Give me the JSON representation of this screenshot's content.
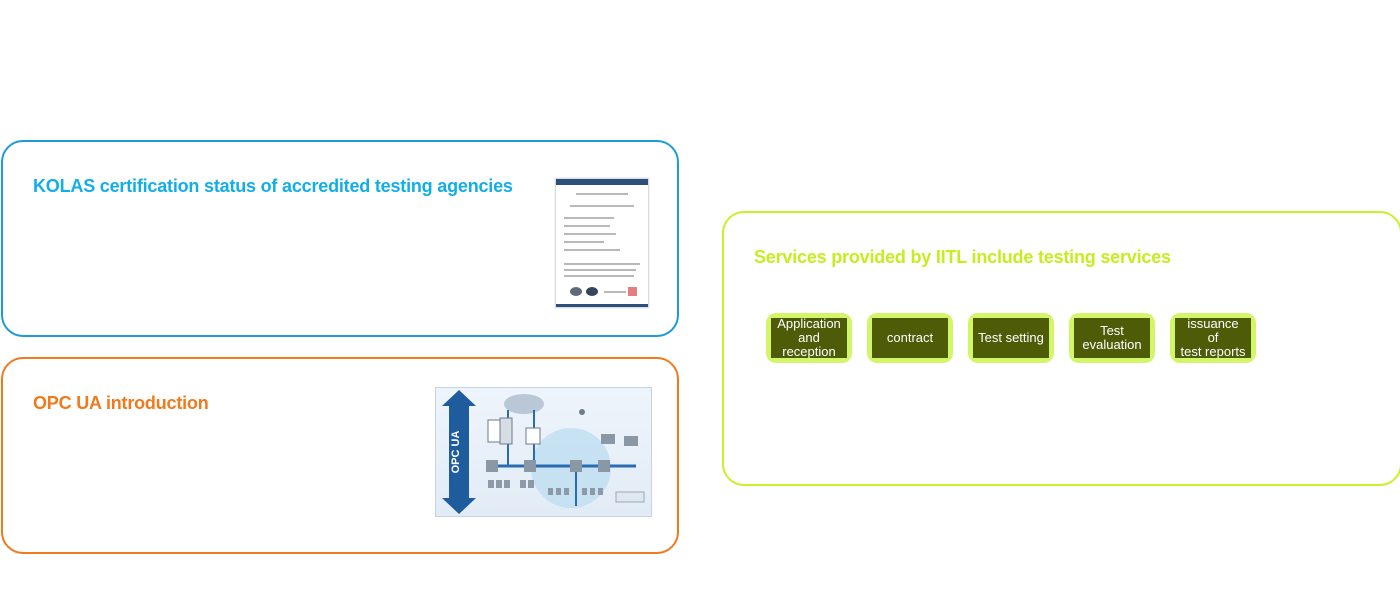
{
  "cards": {
    "kolas": {
      "title": "KOLAS certification status of accredited testing agencies",
      "image": "kolas-certificate-document"
    },
    "opc": {
      "title": "OPC UA introduction",
      "image": "opc-ua-architecture-diagram",
      "diagram_banner": "OPC UA"
    },
    "iitl": {
      "title": "Services provided by IITL include testing services",
      "steps": [
        {
          "label": "Application\nand\nreception"
        },
        {
          "label": "contract"
        },
        {
          "label": "Test setting"
        },
        {
          "label": "Test\nevaluation"
        },
        {
          "label": "issuance\nof\ntest reports"
        }
      ]
    }
  },
  "colors": {
    "kolas_accent": "#12aee8",
    "kolas_border": "#1e9ad6",
    "opc_accent": "#f07a1c",
    "iitl_accent": "#c5ee1f",
    "step_outer": "#d2f569",
    "step_inner": "#4e5c08"
  }
}
